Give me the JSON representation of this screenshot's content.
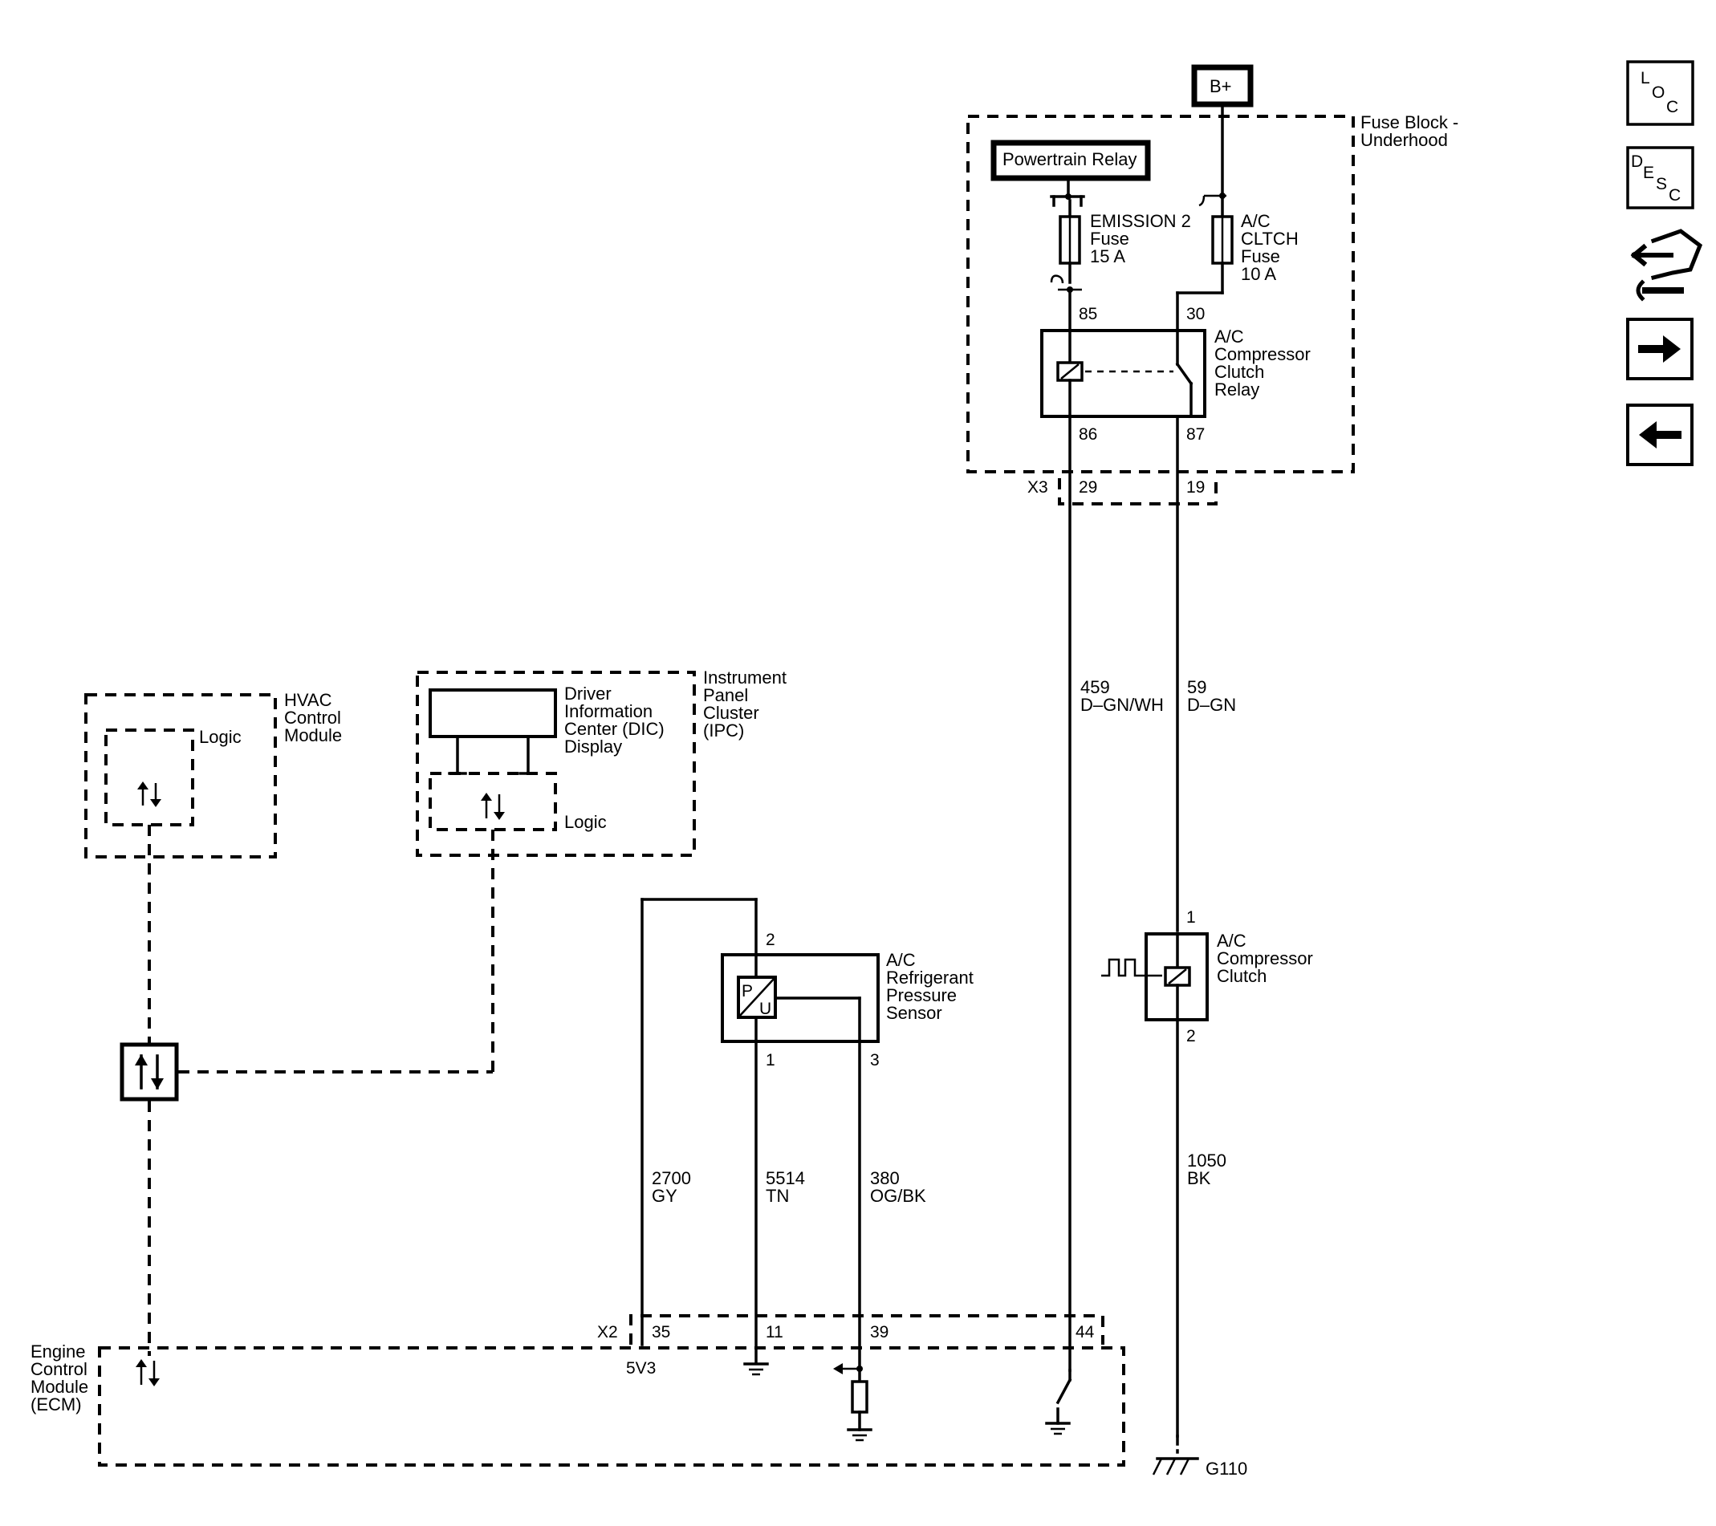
{
  "b_plus": "B+",
  "powertrain_relay": "Powertrain Relay",
  "fuse_block": [
    "Fuse Block -",
    "Underhood"
  ],
  "emission_fuse": [
    "EMISSION 2",
    "Fuse",
    "15 A"
  ],
  "ac_cltch_fuse": [
    "A/C",
    "CLTCH",
    "Fuse",
    "10 A"
  ],
  "relay": {
    "name": [
      "A/C",
      "Compressor",
      "Clutch",
      "Relay"
    ],
    "pins": {
      "p85": "85",
      "p30": "30",
      "p86": "86",
      "p87": "87"
    }
  },
  "x3": {
    "label": "X3",
    "pin_a": "29",
    "pin_b": "19"
  },
  "wires": {
    "w459": [
      "459",
      "D–GN/WH"
    ],
    "w59": [
      "59",
      "D–GN"
    ],
    "w2700": [
      "2700",
      "GY"
    ],
    "w5514": [
      "5514",
      "TN"
    ],
    "w380": [
      "380",
      "OG/BK"
    ],
    "w1050": [
      "1050",
      "BK"
    ]
  },
  "hvac": {
    "name": [
      "HVAC",
      "Control",
      "Module"
    ],
    "logic": "Logic"
  },
  "ipc": {
    "name": [
      "Instrument",
      "Panel",
      "Cluster",
      "(IPC)"
    ],
    "dic": [
      "Driver",
      "Information",
      "Center (DIC)",
      "Display"
    ],
    "logic": "Logic"
  },
  "sensor": {
    "name": [
      "A/C",
      "Refrigerant",
      "Pressure",
      "Sensor"
    ],
    "p_glyph": "P",
    "u_glyph": "U",
    "pins": {
      "p2": "2",
      "p1": "1",
      "p3": "3"
    }
  },
  "clutch": {
    "name": [
      "A/C",
      "Compressor",
      "Clutch"
    ],
    "pins": {
      "p1": "1",
      "p2": "2"
    }
  },
  "ecm": {
    "name": [
      "Engine",
      "Control",
      "Module",
      "(ECM)"
    ],
    "x2": "X2",
    "pins": {
      "p35": "35",
      "p11": "11",
      "p39": "39",
      "p44": "44"
    },
    "v_ref": "5V3"
  },
  "ground": "G110",
  "nav": {
    "loc": [
      "L",
      "O",
      "C"
    ],
    "desc": [
      "D",
      "E",
      "S",
      "C"
    ],
    "icons": [
      "location-icon",
      "description-icon",
      "connector-end-view-icon",
      "next-arrow-icon",
      "previous-arrow-icon"
    ]
  }
}
